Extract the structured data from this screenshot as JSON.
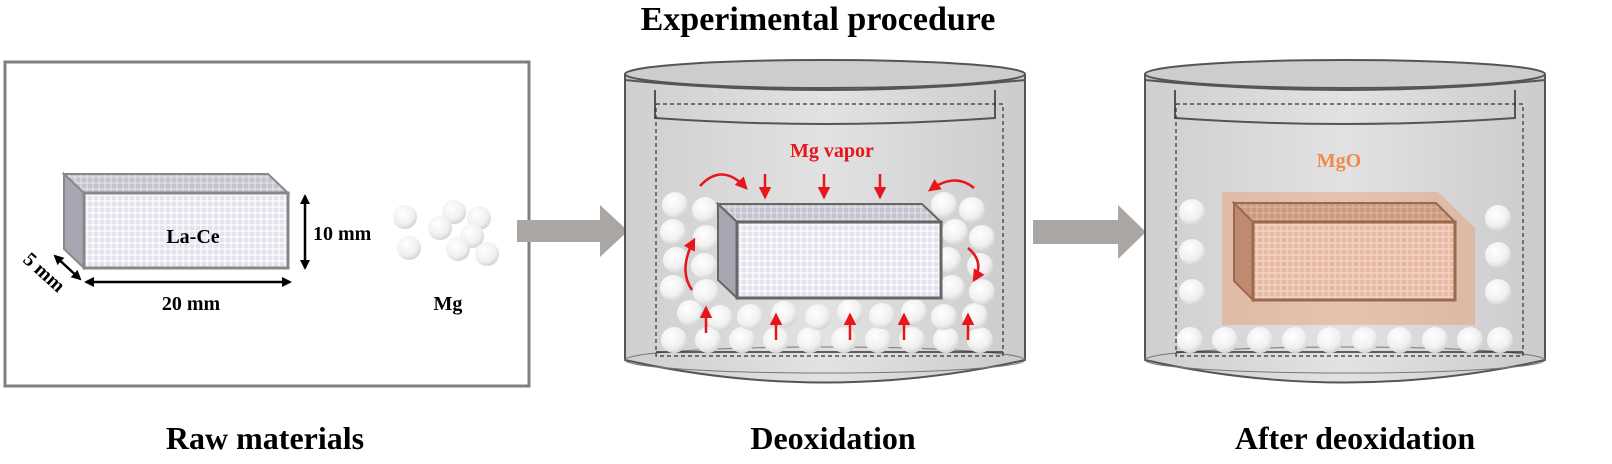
{
  "title": "Experimental procedure",
  "panels": {
    "raw": {
      "caption": "Raw materials",
      "block_label": "La-Ce",
      "dim_height": "10 mm",
      "dim_length": "20 mm",
      "dim_depth": "5 mm",
      "mg_label": "Mg"
    },
    "deox": {
      "caption": "Deoxidation",
      "vapor_label": "Mg vapor"
    },
    "after": {
      "caption": "After deoxidation",
      "oxide_label": "MgO"
    }
  },
  "colors": {
    "red": "#e8151b",
    "orange": "#ee8a4e",
    "arrow_gray": "#a9a6a4",
    "crucible": "#d9d9d9"
  }
}
